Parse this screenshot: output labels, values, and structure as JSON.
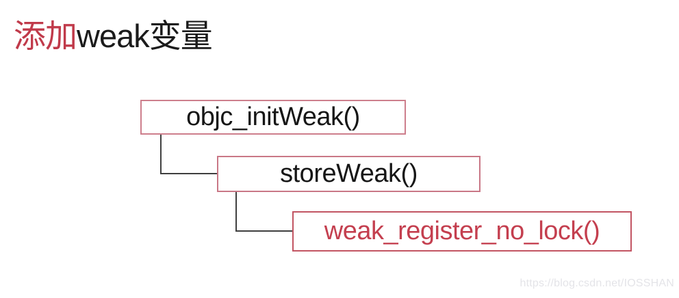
{
  "title": {
    "highlight": "添加",
    "rest": "weak变量"
  },
  "diagram": {
    "type": "flowchart-cascade",
    "nodes": [
      {
        "id": "objc_initWeak",
        "label": "objc_initWeak()",
        "text_color": "#161616",
        "border_color": "#cd7e8c"
      },
      {
        "id": "storeWeak",
        "label": "storeWeak()",
        "text_color": "#161616",
        "border_color": "#c97786"
      },
      {
        "id": "weak_register_no_lock",
        "label": "weak_register_no_lock()",
        "text_color": "#c43f4f",
        "border_color": "#c25462"
      }
    ],
    "edges": [
      {
        "from": "objc_initWeak",
        "to": "storeWeak"
      },
      {
        "from": "storeWeak",
        "to": "weak_register_no_lock"
      }
    ]
  },
  "watermark": "https://blog.csdn.net/IOSSHAN",
  "colors": {
    "accent_red": "#c03a4a",
    "title_black": "#1b1b1b",
    "connector": "#3f3f3f",
    "watermark_gray": "#e4e4e8",
    "background": "#ffffff"
  }
}
